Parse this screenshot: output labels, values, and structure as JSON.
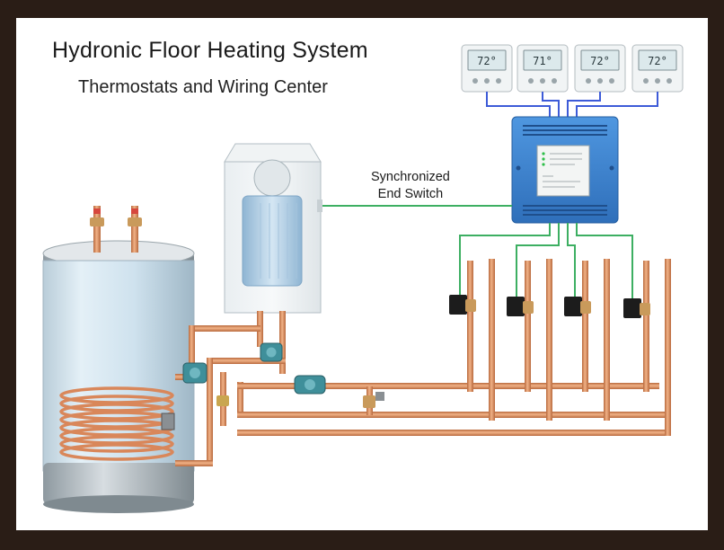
{
  "header": {
    "title": "Hydronic Floor Heating System",
    "subtitle": "Thermostats and Wiring Center"
  },
  "callout": {
    "line1": "Synchronized",
    "line2": "End Switch"
  },
  "thermostats": [
    {
      "temp": "72°"
    },
    {
      "temp": "71°"
    },
    {
      "temp": "72°"
    },
    {
      "temp": "72°"
    }
  ],
  "colors": {
    "frame": "#2a1d16",
    "background": "#ffffff",
    "copper": "#d9875a",
    "thermostat_wire": "#3d5bd8",
    "pump_wire": "#3daf62",
    "wiring_center": "#3f86d6",
    "pump_body": "#3f8f9a",
    "zone_valve": "#1c1c1c"
  }
}
